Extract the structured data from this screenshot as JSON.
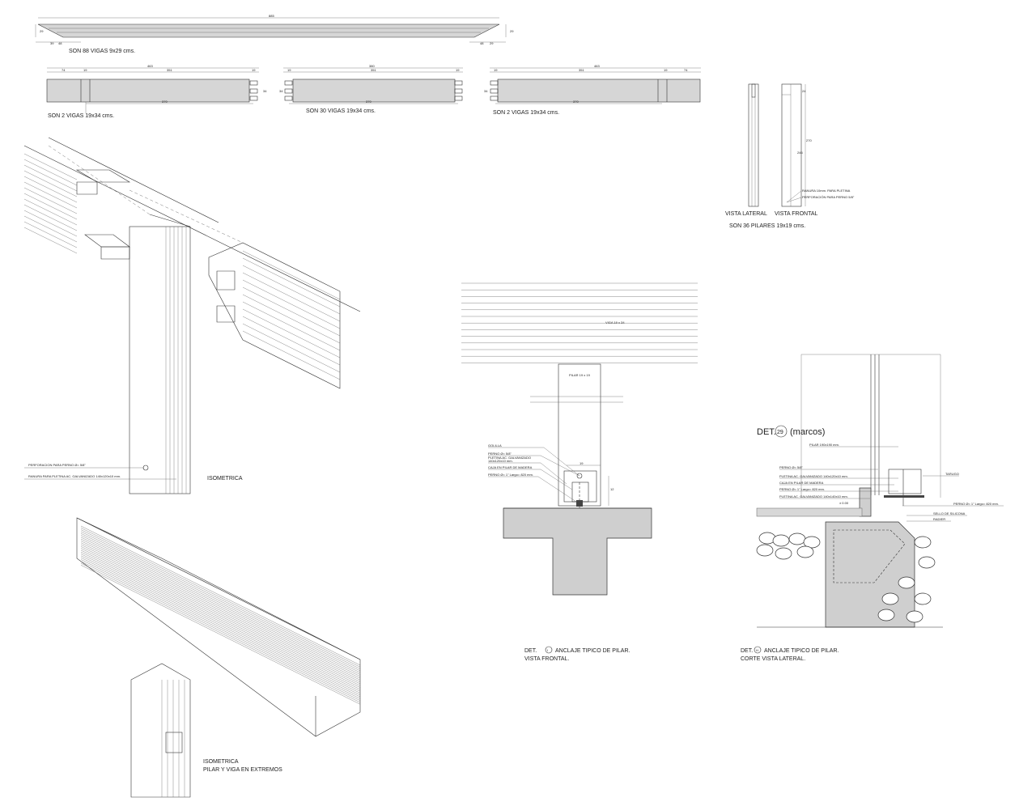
{
  "top_beam": {
    "caption": "SON 88 VIGAS   9x29 cms.",
    "dim_total": "885",
    "dim_height": "29",
    "dim_left_a": "39",
    "dim_left_b": "48",
    "dim_right_a": "48",
    "dim_right_b": "29"
  },
  "beam_a": {
    "caption": "SON 2 VIGAS   19x34 cms.",
    "dim_total": "463",
    "dim_1": "74",
    "dim_2": "19",
    "dim_3": "351",
    "dim_4": "19",
    "dim_h": "34",
    "dim_bottom": "370"
  },
  "beam_b": {
    "caption": "SON 30 VIGAS   19x34 cms.",
    "dim_total": "380",
    "dim_1": "19",
    "dim_2": "351",
    "dim_3": "19",
    "dim_h": "34",
    "dim_bottom": "370"
  },
  "beam_c": {
    "caption": "SON 2 VIGAS   19x34 cms.",
    "dim_total": "463",
    "dim_1": "19",
    "dim_2": "351",
    "dim_3": "19",
    "dim_4": "74",
    "dim_h": "34",
    "dim_bottom": "370"
  },
  "pillars": {
    "caption": "SON 36 PILARES   19x19 cms.",
    "lateral": "VISTA LATERAL",
    "frontal": "VISTA FRONTAL",
    "note_1": "RANURA 10mm. PARA PLETINA",
    "note_2": "PERFORACIÓN PARA PERNO 5/8\"",
    "dim_total": "270",
    "dim_mid": "246",
    "dim_top": "24"
  },
  "iso_1": {
    "caption": "ISOMETRICA",
    "note_1": "PERFORACION PARA PERNO Ø= 5/8\"",
    "note_2": "RANURA PARA PLETINA AC. GALVANIZADO 140x120x10 mm."
  },
  "iso_2": {
    "caption_1": "ISOMETRICA",
    "caption_2": "PILAR Y VIGA EN EXTREMOS"
  },
  "det_i": {
    "viga": "VIGA 19 x 34",
    "pilar": "PILAR 19 x 19",
    "notes": [
      "GOLILLA",
      "PERNO Ø= 5/8\"",
      "PLETINA AC. GALVANIZADO",
      "140x120x10 mm.",
      "CAJA EN PILAR DE MADERA",
      "PERNO Ø= 1\" Largo= 820 mm."
    ],
    "dim_w": "19",
    "dim_h": "12",
    "caption_1": "DET.",
    "marker": "I",
    "caption_2": "ANCLAJE TIPICO DE PILAR.",
    "caption_3": "VISTA FRONTAL."
  },
  "det_h": {
    "title": "DET.",
    "number": "29",
    "subtitle": "(marcos)",
    "notes_left": [
      "PILAR 190x190 mm.",
      "PERNO Ø= 5/8\"",
      "PLETINA AC. GALVANIZADO 140x120x10 mm.",
      "CAJA EN PILAR DE MADERA",
      "PERNO Ø= 1\" Largo= 820 mm.",
      "PLETINA AC. GALVANIZADO 140x140x10 mm."
    ],
    "notes_right": [
      "TARUGO",
      "PERNO Ø= 1\" Largo= 820 mm.",
      "SELLO DE SILICONA",
      "RADIER"
    ],
    "level": "± 0.00",
    "caption_1": "DET.",
    "marker": "H",
    "caption_2": "ANCLAJE TIPICO DE PILAR.",
    "caption_3": "CORTE VISTA LATERAL."
  }
}
